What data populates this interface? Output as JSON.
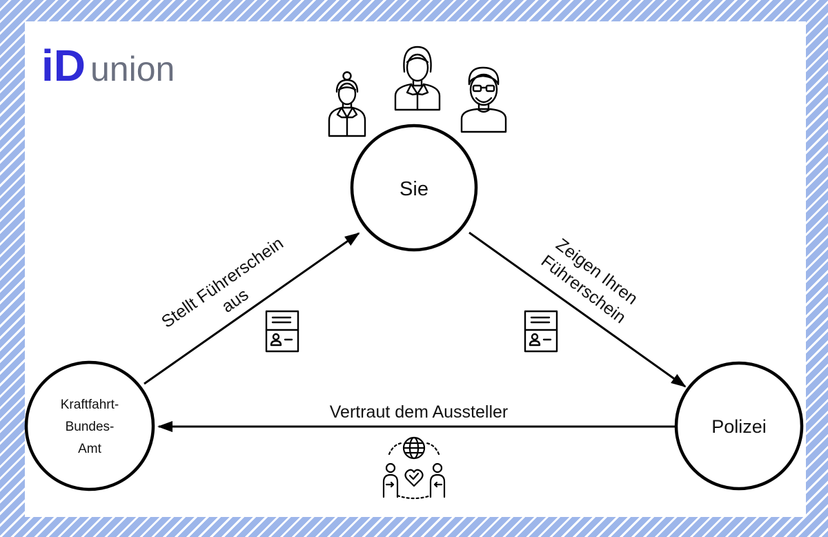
{
  "logo": {
    "id_part": "iD",
    "union_part": "union",
    "id_color": "#2f2bd6",
    "union_color": "#6b7080"
  },
  "nodes": {
    "sie": "Sie",
    "kba_line1": "Kraftfahrt-",
    "kba_line2": "Bundes-",
    "kba_line3": "Amt",
    "polizei": "Polizei"
  },
  "edges": {
    "issue_line1": "Stellt Führerschein",
    "issue_line2": "aus",
    "present_line1": "Zeigen Ihren",
    "present_line2": "Führerschein",
    "trust": "Vertraut dem Aussteller"
  },
  "icons": [
    "woman-icon",
    "woman-icon",
    "man-with-glasses-icon",
    "license-card-icon",
    "license-card-icon",
    "trust-network-icon"
  ],
  "colors": {
    "background_stripe": "#9db6ea",
    "panel": "#ffffff",
    "stroke": "#000000"
  }
}
